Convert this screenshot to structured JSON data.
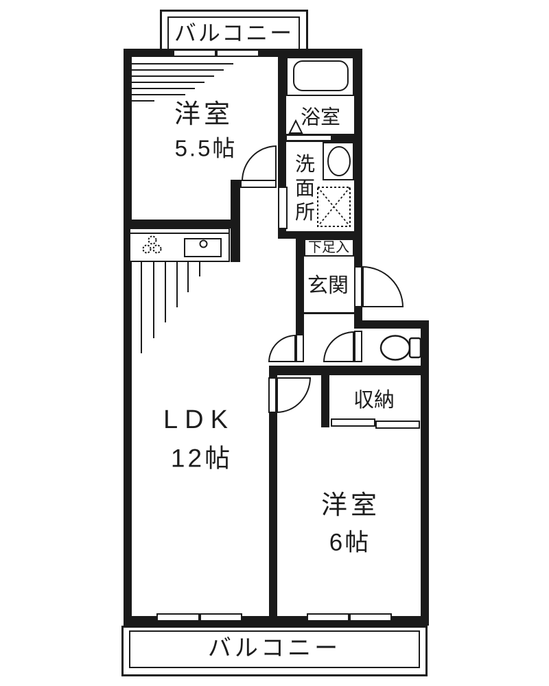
{
  "title": "2LDK floor plan",
  "colors": {
    "wall": "#1a1a1a",
    "background": "#ffffff",
    "text": "#1d1d1d"
  },
  "rooms": {
    "balcony_top": {
      "name": "バルコニー"
    },
    "bedroom_top": {
      "name": "洋室",
      "size": "5.5帖"
    },
    "bath": {
      "name": "浴室"
    },
    "washroom": {
      "name": "洗面所"
    },
    "shoe_cabinet": {
      "name": "下足入"
    },
    "entrance": {
      "name": "玄関"
    },
    "ldk": {
      "name": "LDK",
      "size": "12帖"
    },
    "closet": {
      "name": "収納"
    },
    "bedroom_right": {
      "name": "洋室",
      "size": "6帖"
    },
    "balcony_bottom": {
      "name": "バルコニー"
    }
  },
  "fixtures": [
    "bathtub-icon",
    "bath-door-triangle-icon",
    "wash-basin-icon",
    "washing-machine-pan-icon",
    "gas-stove-icon",
    "kitchen-sink-icon",
    "toilet-icon",
    "door-swing-icon",
    "sliding-window-icon",
    "sliding-door-icon"
  ]
}
